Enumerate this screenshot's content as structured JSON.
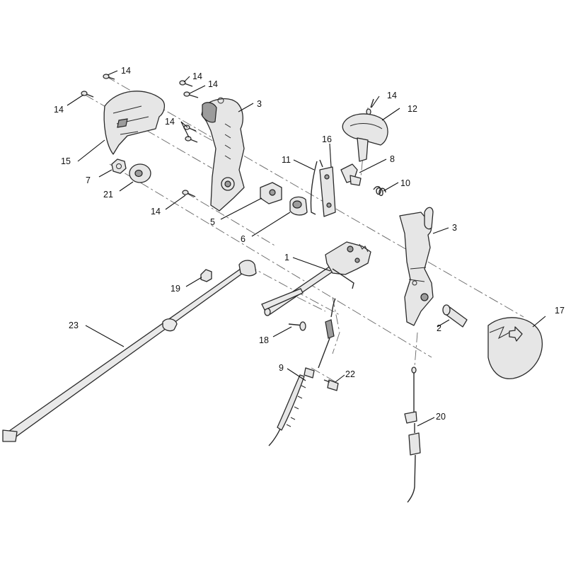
{
  "callouts": {
    "c1": "1",
    "c2": "2",
    "c3a": "3",
    "c3b": "3",
    "c5": "5",
    "c6": "6",
    "c7": "7",
    "c8": "8",
    "c9": "9",
    "c10": "10",
    "c11": "11",
    "c12": "12",
    "c14a": "14",
    "c14b": "14",
    "c14c": "14",
    "c14d": "14",
    "c14e": "14",
    "c14f": "14",
    "c14g": "14",
    "c15": "15",
    "c16": "16",
    "c17": "17",
    "c18": "18",
    "c19": "19",
    "c20": "20",
    "c21": "21",
    "c22": "22",
    "c23": "23"
  }
}
